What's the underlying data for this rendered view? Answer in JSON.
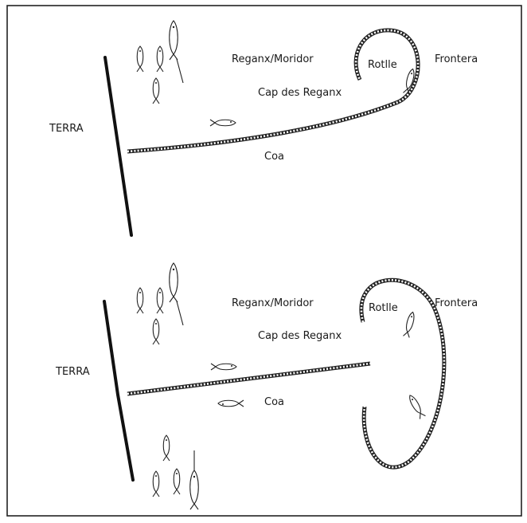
{
  "panels": [
    {
      "id": "top",
      "labels": {
        "terra": "TERRA",
        "reganx_moridor": "Reganx/Moridor",
        "rotlle": "Rotlle",
        "frontera": "Frontera",
        "cap_des_reganx": "Cap des Reganx",
        "coa": "Coa"
      }
    },
    {
      "id": "bottom",
      "labels": {
        "terra": "TERRA",
        "reganx_moridor": "Reganx/Moridor",
        "rotlle": "Rotlle",
        "frontera": "Frontera",
        "cap_des_reganx": "Cap des Reganx",
        "coa": "Coa"
      }
    }
  ],
  "colors": {
    "ink": "#1a1a1a",
    "paper": "#ffffff"
  }
}
